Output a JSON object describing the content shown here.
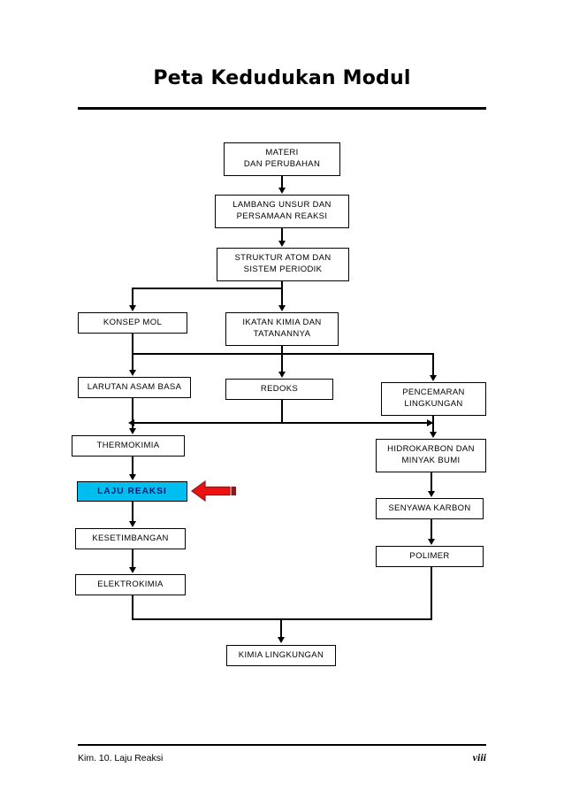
{
  "page": {
    "title": "Peta Kedudukan Modul",
    "background_color": "#ffffff"
  },
  "footer": {
    "left_label": "Kim. 10. Laju Reaksi",
    "page_number": "viii"
  },
  "colors": {
    "highlight_fill": "#00bff0",
    "highlight_text": "#00156e",
    "pointer_arrow": "#ee1111",
    "pointer_arrow_dark": "#8b1a1a",
    "line": "#000000",
    "node_fill": "#ffffff"
  },
  "diagram": {
    "type": "flowchart",
    "nodes": [
      {
        "id": "materi",
        "label": "MATERI\nDAN PERUBAHAN",
        "highlight": false
      },
      {
        "id": "lambang",
        "label": "LAMBANG UNSUR DAN\nPERSAMAAN REAKSI",
        "highlight": false
      },
      {
        "id": "struktur",
        "label": "STRUKTUR ATOM DAN\nSISTEM PERIODIK",
        "highlight": false
      },
      {
        "id": "konsep-mol",
        "label": "KONSEP MOL",
        "highlight": false
      },
      {
        "id": "ikatan",
        "label": "IKATAN KIMIA DAN\nTATANANNYA",
        "highlight": false
      },
      {
        "id": "larutan",
        "label": "LARUTAN ASAM BASA",
        "highlight": false
      },
      {
        "id": "redoks",
        "label": "REDOKS",
        "highlight": false
      },
      {
        "id": "pencemaran",
        "label": "PENCEMARAN\nLINGKUNGAN",
        "highlight": false
      },
      {
        "id": "thermokimia",
        "label": "THERMOKIMIA",
        "highlight": false
      },
      {
        "id": "laju-reaksi",
        "label": "LAJU REAKSI",
        "highlight": true
      },
      {
        "id": "hidrokarbon",
        "label": "HIDROKARBON DAN\nMINYAK BUMI",
        "highlight": false
      },
      {
        "id": "kesetimbangan",
        "label": "KESETIMBANGAN",
        "highlight": false
      },
      {
        "id": "senyawa",
        "label": "SENYAWA KARBON",
        "highlight": false
      },
      {
        "id": "elektrokimia",
        "label": "ELEKTROKIMIA",
        "highlight": false
      },
      {
        "id": "polimer",
        "label": "POLIMER",
        "highlight": false
      },
      {
        "id": "kimia-ling",
        "label": "KIMIA LINGKUNGAN",
        "highlight": false
      }
    ],
    "edges": [
      "materi -> lambang",
      "lambang -> struktur",
      "struktur -> konsep-mol",
      "struktur -> ikatan",
      "konsep-mol -> larutan",
      "ikatan -> redoks",
      "ikatan -> pencemaran",
      "larutan -> thermokimia",
      "redoks -> thermokimia",
      "redoks -> hidrokarbon",
      "pencemaran -> hidrokarbon",
      "thermokimia -> laju-reaksi",
      "laju-reaksi -> kesetimbangan",
      "kesetimbangan -> elektrokimia",
      "hidrokarbon -> senyawa",
      "senyawa -> polimer",
      "elektrokimia -> kimia-ling",
      "polimer -> kimia-ling"
    ],
    "pointer": {
      "target": "laju-reaksi",
      "direction": "left",
      "name": "current-module-pointer"
    }
  }
}
